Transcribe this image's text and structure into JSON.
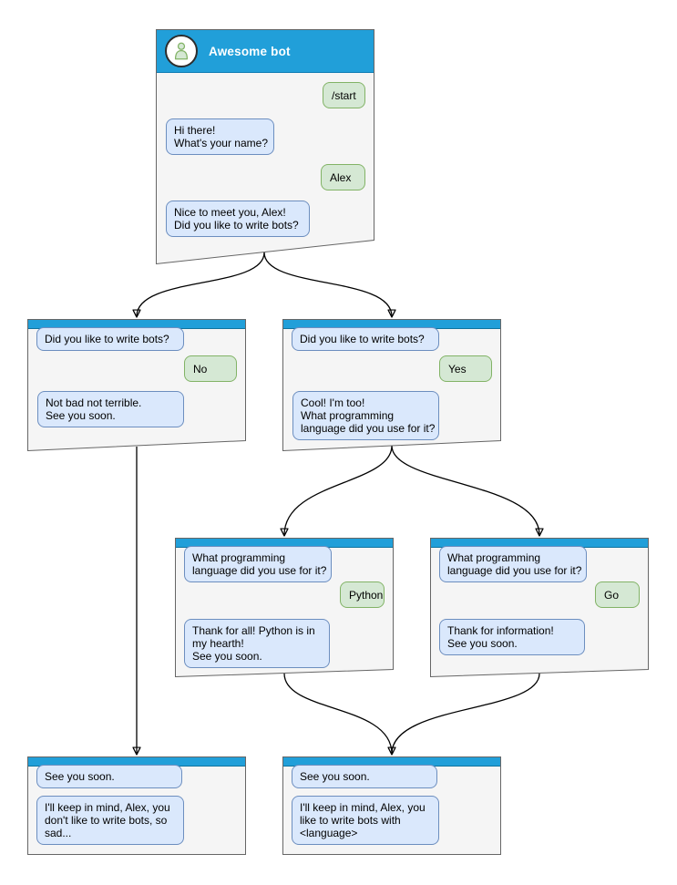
{
  "diagram": {
    "type": "chatbot-conversation-flowchart",
    "colors": {
      "header_blue": "#219FD9",
      "header_border": "#10739E",
      "node_background": "#F5F5F5",
      "node_border": "#666666",
      "bot_bubble_bg": "#DAE8FC",
      "bot_bubble_border": "#6C8EBF",
      "user_bubble_bg": "#D5E8D4",
      "user_bubble_border": "#82B366",
      "title_text": "#FFFFFF",
      "arrow": "#000000"
    },
    "nodes": {
      "main": {
        "title": "Awesome bot",
        "messages": [
          {
            "from": "user",
            "text": "/start"
          },
          {
            "from": "bot",
            "text": "Hi there!\nWhat's your name?"
          },
          {
            "from": "user",
            "text": "Alex"
          },
          {
            "from": "bot",
            "text": "Nice to meet you, Alex!\nDid you like to write bots?"
          }
        ]
      },
      "branch_no": {
        "messages": [
          {
            "from": "bot",
            "text": "Did you like to write bots?"
          },
          {
            "from": "user",
            "text": "No"
          },
          {
            "from": "bot",
            "text": "Not bad not terrible.\nSee you soon."
          }
        ]
      },
      "branch_yes": {
        "messages": [
          {
            "from": "bot",
            "text": "Did you like to write bots?"
          },
          {
            "from": "user",
            "text": "Yes"
          },
          {
            "from": "bot",
            "text": "Cool! I'm too!\nWhat programming\nlanguage did you use for it?"
          }
        ]
      },
      "branch_python": {
        "messages": [
          {
            "from": "bot",
            "text": "What programming\nlanguage did you use for it?"
          },
          {
            "from": "user",
            "text": "Python"
          },
          {
            "from": "bot",
            "text": "Thank for all! Python is in\nmy hearth!\nSee you soon."
          }
        ]
      },
      "branch_go": {
        "messages": [
          {
            "from": "bot",
            "text": "What programming\nlanguage did you use for it?"
          },
          {
            "from": "user",
            "text": "Go"
          },
          {
            "from": "bot",
            "text": "Thank for information!\nSee you soon."
          }
        ]
      },
      "end_no": {
        "messages": [
          {
            "from": "bot",
            "text": "See you soon."
          },
          {
            "from": "bot",
            "text": "I'll keep in mind, Alex, you\ndon't like to write bots, so\nsad..."
          }
        ]
      },
      "end_yes": {
        "messages": [
          {
            "from": "bot",
            "text": "See you soon."
          },
          {
            "from": "bot",
            "text": "I'll keep in mind, Alex, you\nlike to write bots with\n<language>"
          }
        ]
      }
    },
    "edges": [
      {
        "from": "main",
        "to": "branch_no"
      },
      {
        "from": "main",
        "to": "branch_yes"
      },
      {
        "from": "branch_yes",
        "to": "branch_python"
      },
      {
        "from": "branch_yes",
        "to": "branch_go"
      },
      {
        "from": "branch_no",
        "to": "end_no"
      },
      {
        "from": "branch_python",
        "to": "end_yes"
      },
      {
        "from": "branch_go",
        "to": "end_yes"
      }
    ]
  }
}
